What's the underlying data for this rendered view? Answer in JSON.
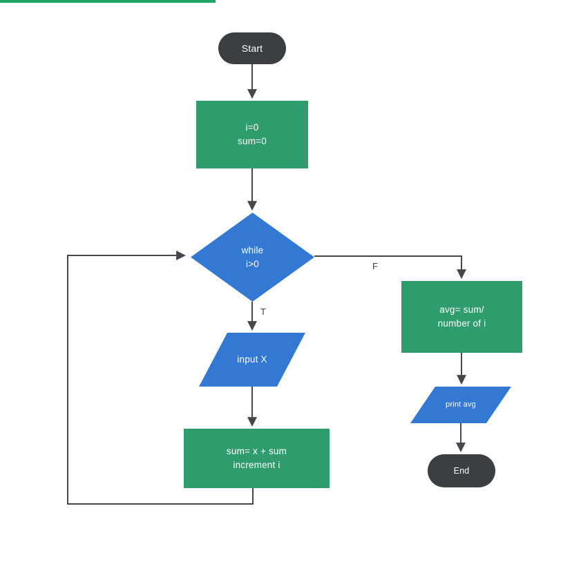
{
  "page": {
    "background": "#ffffff",
    "top_strip_color": "#21a565"
  },
  "colors": {
    "process_green": "#2f9c6e",
    "decision_io_blue": "#3379d4",
    "terminator_dark": "#3c3f41",
    "connector_line": "#45474b",
    "edge_label_text": "#3f4045",
    "node_text": "#ffffff"
  },
  "flowchart": {
    "nodes": {
      "start": {
        "type": "terminator",
        "label": "Start"
      },
      "init": {
        "type": "process",
        "line1": "i=0",
        "line2": "sum=0"
      },
      "while": {
        "type": "decision",
        "line1": "while",
        "line2": "i>0"
      },
      "input": {
        "type": "io",
        "label": "input X"
      },
      "sum": {
        "type": "process",
        "line1": "sum= x + sum",
        "line2": "increment i"
      },
      "avg": {
        "type": "process",
        "line1": "avg= sum/",
        "line2": "number of i"
      },
      "print": {
        "type": "io",
        "label": "print avg"
      },
      "end": {
        "type": "terminator",
        "label": "End"
      }
    },
    "edge_labels": {
      "true_branch": "T",
      "false_branch": "F"
    }
  }
}
